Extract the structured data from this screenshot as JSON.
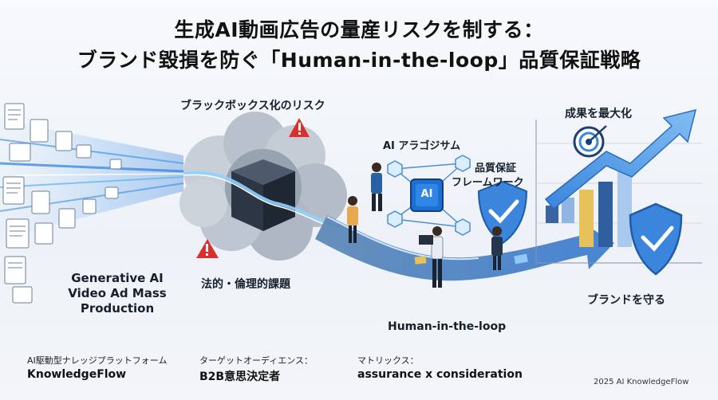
{
  "title": {
    "line1": "生成AI動画広告の量産リスクを制する：",
    "line2": "ブランド毀損を防ぐ「Human-in-the-loop」品質保証戦略"
  },
  "labels": {
    "blackbox_risk": "ブラックボックス化のリスク",
    "ai_algorithm": "AI アラゴジサム",
    "qa_line1": "品質保証",
    "qa_line2": "フレームワーク",
    "maximize": "成果を最大化",
    "generative_line1": "Generative AI",
    "generative_line2": "Video Ad Mass",
    "generative_line3": "Production",
    "legal_ethics": "法的・倫理的課題",
    "hitl": "Human-in-the-loop",
    "protect_brand": "ブランドを守る",
    "ai_chip": "AI"
  },
  "footer": {
    "platform_key": "AI駆動型ナレッジプラットフォーム",
    "platform_value": "KnowledgeFlow",
    "audience_key": "ターゲットオーディエンス：",
    "audience_value": "B2B意思決定者",
    "matrix_key": "マトリックス：",
    "matrix_value": "assurance x consideration",
    "copyright": "2025 AI KnowledgeFlow"
  },
  "colors": {
    "accent_blue": "#1f6fd1",
    "dark_navy": "#1a2b45",
    "warning_red": "#d9302f",
    "gold": "#e7c15a"
  }
}
